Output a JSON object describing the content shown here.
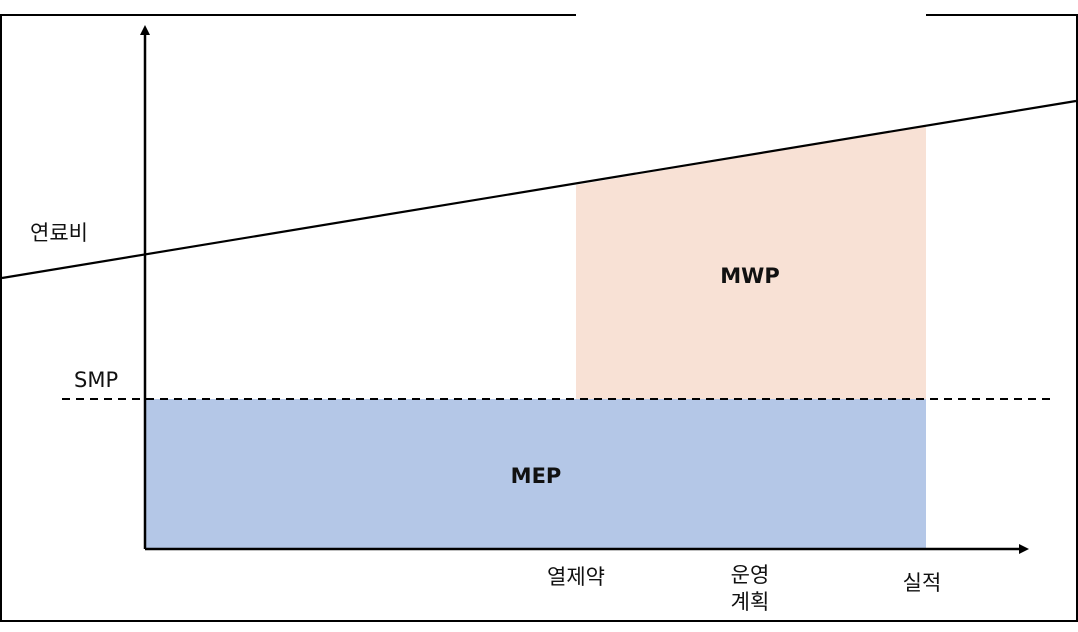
{
  "labels": {
    "fuel_cost": "연료비",
    "smp": "SMP",
    "mwp": "MWP",
    "mep": "MEP"
  },
  "x_ticks": [
    {
      "lines": [
        "열제약"
      ]
    },
    {
      "lines": [
        "운영",
        "계획"
      ]
    },
    {
      "lines": [
        "실적"
      ]
    }
  ],
  "colors": {
    "mep_fill": "#b4c7e7",
    "mwp_fill": "#f8e1d5",
    "line": "#000000"
  }
}
